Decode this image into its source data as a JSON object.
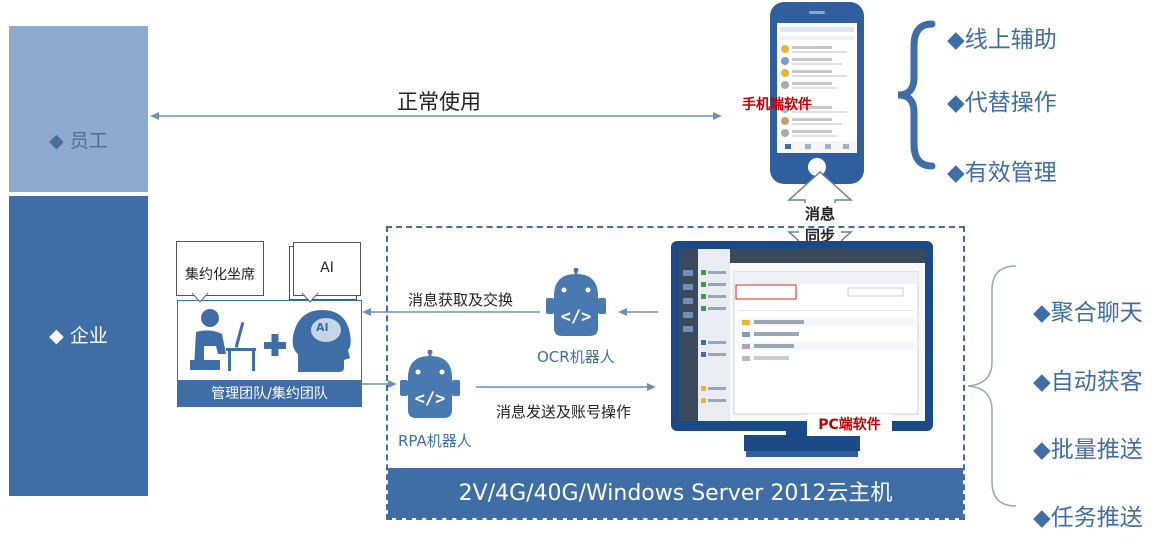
{
  "roles": {
    "staff": "◆  员工",
    "enterprise": "◆  企业"
  },
  "top_arrow_label": "正常使用",
  "phone_label": "手机端软件",
  "phone_bracket_items": [
    "◆线上辅助",
    "◆代替操作",
    "◆有效管理"
  ],
  "sync_label": [
    "消息",
    "同步"
  ],
  "notes": {
    "centralized_seat": "集约化坐席",
    "ai": "AI"
  },
  "ai_head_badge": "AI",
  "team_label": "管理团队/集约团队",
  "ocr": {
    "arrow_label": "消息获取及交换",
    "robot_label": "OCR机器人"
  },
  "rpa": {
    "arrow_label": "消息发送及账号操作",
    "robot_label": "RPA机器人"
  },
  "pc_label": "PC端软件",
  "server_label": "2V/4G/40G/Windows Server 2012云主机",
  "pc_bracket_items": [
    "◆聚合聊天",
    "◆自动获客",
    "◆批量推送",
    "◆任务推送"
  ],
  "colors": {
    "primary": "#3f6ea6",
    "light": "#8eaacf",
    "accent_red": "#c00000",
    "robot": "#4a78b0"
  }
}
